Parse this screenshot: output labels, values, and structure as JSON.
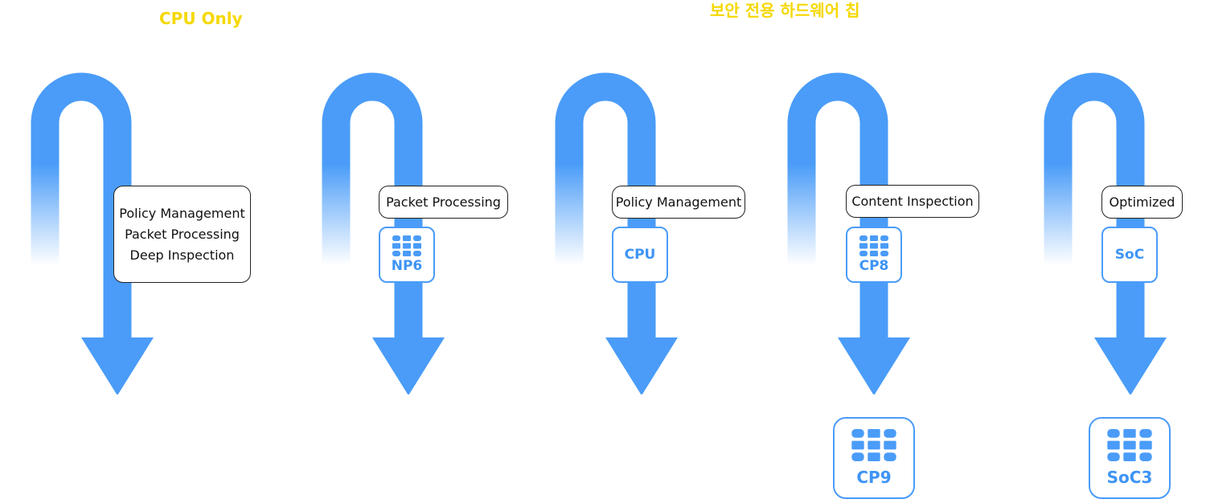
{
  "headings": {
    "cpu_only": "CPU Only",
    "security_hw": "보안 전용 하드웨어 칩"
  },
  "colors": {
    "heading": "#f5d800",
    "arrow": "#4a9cf8",
    "chip_text": "#3e94f5"
  },
  "columns": [
    {
      "id": "cpu-only",
      "labels": [
        "Policy Management",
        "Packet Processing",
        "Deep Inspection"
      ]
    },
    {
      "id": "np6",
      "labels": [
        "Packet Processing"
      ],
      "chip": {
        "text": "NP6",
        "icon": "fortinet-chip-icon"
      }
    },
    {
      "id": "cpu",
      "labels": [
        "Policy Management"
      ],
      "chip": {
        "text": "CPU"
      }
    },
    {
      "id": "cp8",
      "labels": [
        "Content Inspection"
      ],
      "chip": {
        "text": "CP8",
        "icon": "fortinet-chip-icon"
      },
      "result_chip": {
        "text": "CP9",
        "icon": "fortinet-chip-icon"
      }
    },
    {
      "id": "soc",
      "labels": [
        "Optimized"
      ],
      "chip": {
        "text": "SoC"
      },
      "result_chip": {
        "text": "SoC3",
        "icon": "fortinet-chip-icon"
      }
    }
  ]
}
